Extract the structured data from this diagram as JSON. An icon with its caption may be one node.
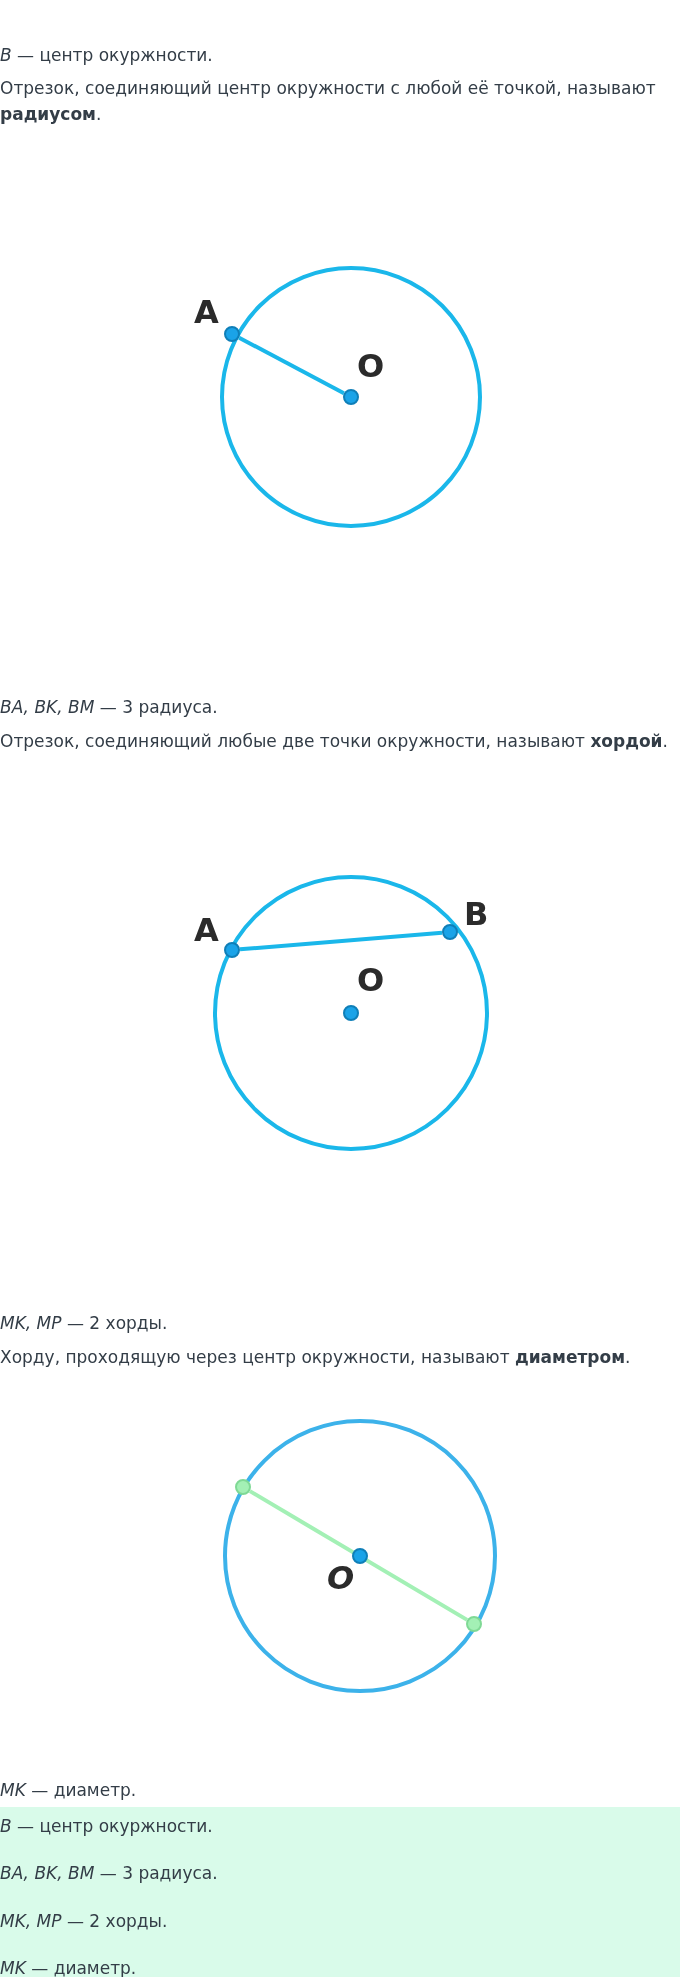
{
  "diagram": {
    "nodes": [
      {
        "text": [],
        "shape": "circle",
        "beside": [
          "A"
        ]
      },
      {
        "text": [],
        "shape": "circle",
        "beside": [
          "O"
        ]
      },
      {
        "text": [],
        "shape": "circle",
        "beside": [
          "A"
        ]
      },
      {
        "text": [],
        "shape": "circle",
        "beside": [
          "B"
        ]
      },
      {
        "text": [],
        "shape": "circle",
        "beside": [
          "O"
        ]
      },
      {
        "text": [],
        "shape": "circle"
      },
      {
        "text": [],
        "shape": "circle",
        "beside": [
          "O"
        ]
      },
      {
        "text": [],
        "shape": "circle"
      }
    ],
    "edges": [
      {
        "from": 0,
        "to": 1,
        "arrow": "none"
      },
      {
        "from": 2,
        "to": 3,
        "arrow": "none"
      },
      {
        "from": 5,
        "to": 7,
        "arrow": "none",
        "color": "#a3f0b5"
      }
    ],
    "labels": [
      "*B* — центр окуржности.",
      "Отрезок, соединяющий центр окружности с любой её точкой, называют **радиусом**.",
      "*BA, BK, BM* — 3 радиуса.",
      "Отрезок, соединяющий любые две точки окружности, называют **хордой**.",
      "*MK, MP* — 2 хорды.",
      "Хорду, проходящую через центр окружности, называют **диаметром**.",
      "*MK* — диаметр.",
      "*B* — центр окуржности.",
      "*BA, BK, BM* — 3 радиуса.",
      "*MK, MP* — 2 хорды.",
      "*MK* — диаметр."
    ]
  }
}
